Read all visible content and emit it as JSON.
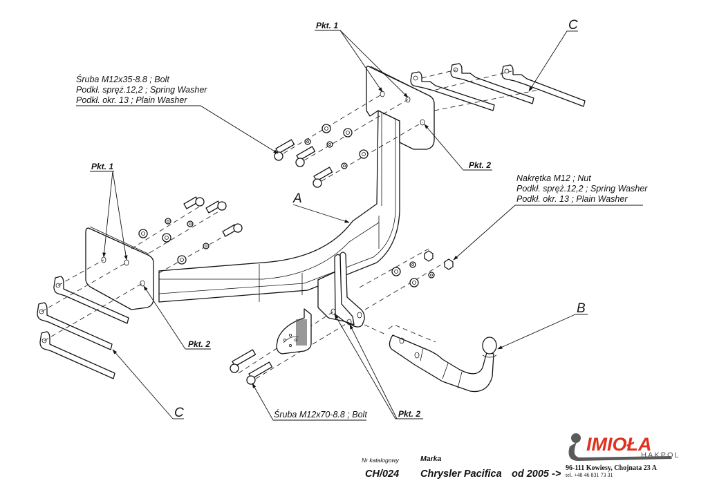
{
  "diagram": {
    "type": "exploded-assembly-drawing",
    "subject": "Tow bar (towing hitch) installation"
  },
  "labels": {
    "pkt1_top": "Pkt. 1",
    "pkt1_left": "Pkt. 1",
    "pkt2_right": "Pkt. 2",
    "pkt2_left": "Pkt. 2",
    "pkt2_bottom": "Pkt. 2",
    "part_a": "A",
    "part_b": "B",
    "part_c_top": "C",
    "part_c_bottom": "C"
  },
  "callouts": {
    "bolt_set_top": [
      "Śruba M12x35-8.8 ;  Bolt",
      "Podkł. spręż.12,2 ; Spring Washer",
      "Podkł. okr. 13 ; Plain Washer"
    ],
    "nut_set_right": [
      "Nakrętka  M12 ; Nut",
      "Podkł. spręż.12,2 ; Spring Washer",
      "Podkł. okr. 13 ; Plain Washer"
    ],
    "bolt_bottom": "Śruba M12x70-8.8 ;  Bolt"
  },
  "title_block": {
    "catalog_label": "Nr katalogowy",
    "catalog_number": "CH/024",
    "brand_label": "Marka",
    "brand_value": "Chrysler Pacifica",
    "from_year": "od  2005 ->"
  },
  "company": {
    "logo_text": "IMIOŁA",
    "logo_sub": "HAKPOL",
    "address": "96-111 Kowiesy, Chojnata 23 A",
    "phone": "tel. +48 46 831 73 31",
    "logo_color": "#e0301e",
    "logo_hook_color": "#555555"
  }
}
